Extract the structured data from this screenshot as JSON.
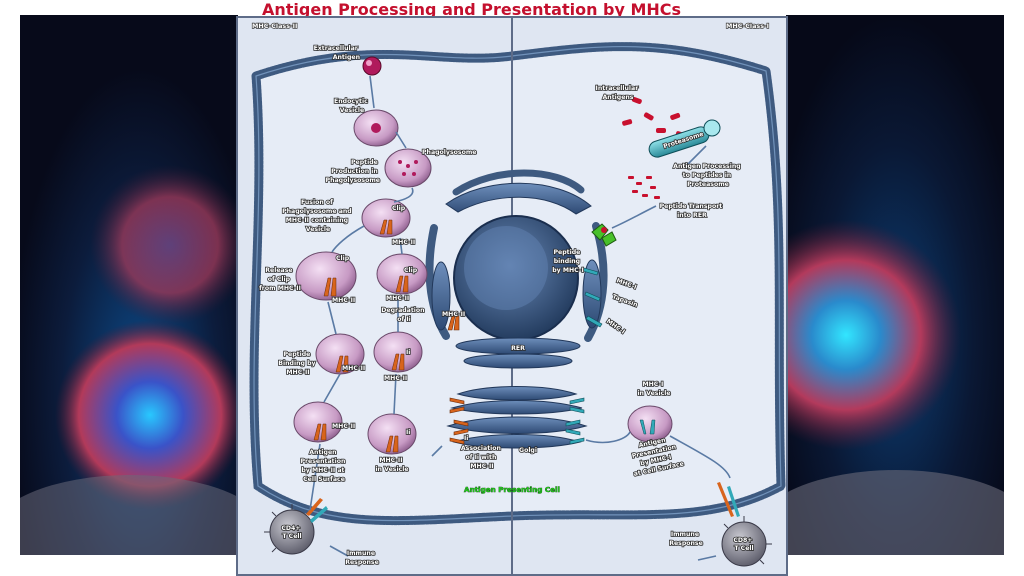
{
  "title": "Antigen Processing and Presentation by MHCs",
  "panels": {
    "left": "MHC-Class-II",
    "right": "MHC-Class-I"
  },
  "cell_label": "Antigen Presenting Cell",
  "labels": {
    "extracellular_antigen": [
      "Extracellular",
      "Antigen"
    ],
    "endocytic_vesicle": [
      "Endocytic",
      "Vesicle"
    ],
    "phagolysosome": [
      "Phagolysosome"
    ],
    "peptide_production": [
      "Peptide",
      "Production in",
      "Phagolysosome"
    ],
    "fusion": [
      "Fusion of",
      "Phagolysosome and",
      "MHC-II containing",
      "Vesicle"
    ],
    "clip1": "Clip",
    "mhcii_a": "MHC-II",
    "clip2": "Clip",
    "release_clip": [
      "Release",
      "of Clip",
      "from MHC-II"
    ],
    "mhcii_b": "MHC-II",
    "clip3": "Clip",
    "mhcii_c": "MHC-II",
    "degradation": [
      "Degradation",
      "of Ii"
    ],
    "mhcii_er": "MHC-II",
    "peptide_binding2": [
      "Peptide",
      "Binding by",
      "MHC-II"
    ],
    "mhcii_d": "MHC-II",
    "ii_a": "Ii",
    "mhcii_e": "MHC-II",
    "mhcii_f": "MHC-II",
    "antigen_presentation2": [
      "Antigen",
      "Presentation",
      "by MHC-II at",
      "Cell Surface"
    ],
    "ii_b": "Ii",
    "mhcii_vesicle": [
      "MHC-II",
      "in Vesicle"
    ],
    "ii_assoc": "Ii",
    "association": [
      "Association",
      "of Ii with",
      "MHC-II"
    ],
    "cd4": [
      "CD4+",
      "T Cell"
    ],
    "immune_response_left": [
      "Immune",
      "Response"
    ],
    "intracellular_antigens": [
      "Intracellular",
      "Antigens"
    ],
    "proteasome": "Proteasome",
    "antigen_processing": [
      "Antigen Processing",
      "to Peptides in",
      "Proteasome"
    ],
    "peptide_transport": [
      "Peptide Transport",
      "into RER"
    ],
    "peptide_binding1": [
      "Peptide",
      "binding",
      "by MHC-I"
    ],
    "mhci_a": "MHC-I",
    "tapasin": "Tapasin",
    "mhci_b": "MHC-I",
    "rer": "RER",
    "golgi": "Golgi",
    "mhci_vesicle": [
      "MHC-I",
      "in Vesicle"
    ],
    "antigen_presentation1": [
      "Antigen",
      "Presentation",
      "by MHC-I",
      "at Cell Surface"
    ],
    "immune_response_right": [
      "Immune",
      "Response"
    ],
    "cd8": [
      "CD8+",
      "T Cell"
    ]
  },
  "colors": {
    "title": "#c4102e",
    "membrane": "#3e5a80",
    "vesicle": "#c79ac4",
    "mhcii": "#d8641c",
    "mhci": "#31a9b8",
    "nucleus": "#4c6c9a",
    "antigen_red": "#c8102e",
    "apc_label": "#22c61c"
  }
}
